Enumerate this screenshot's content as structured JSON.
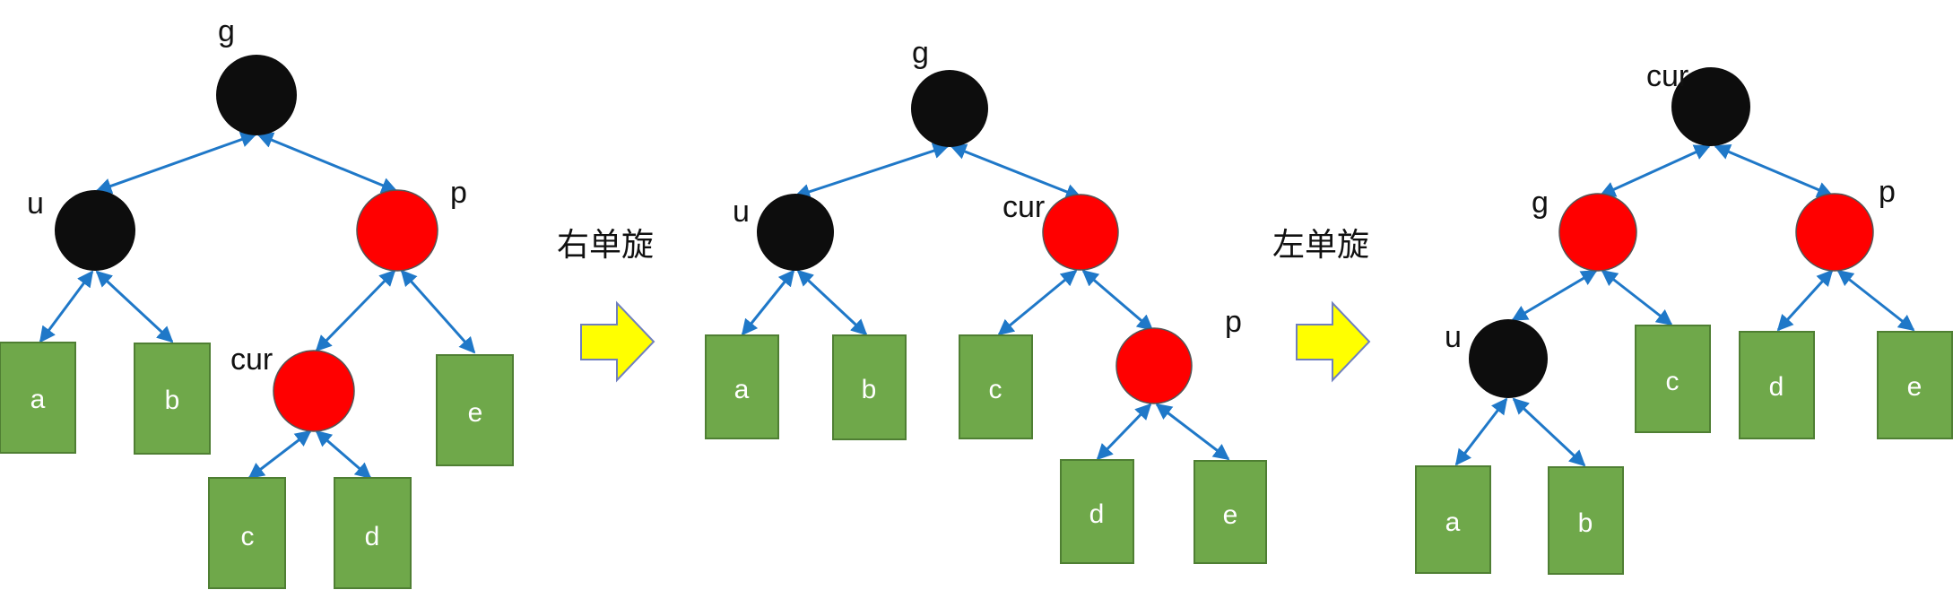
{
  "colors": {
    "black_node": "#0d0d0d",
    "red_node": "#ff0000",
    "leaf": "#6fa84a",
    "leaf_border": "#4f7f33",
    "edge": "#1f78c8",
    "arrow_fill": "#ffff00",
    "arrow_border": "#6f7fbf"
  },
  "diagrams": [
    {
      "labels": {
        "g": "g",
        "u": "u",
        "p": "p",
        "cur": "cur"
      },
      "leaves": {
        "a": "a",
        "b": "b",
        "c": "c",
        "d": "d",
        "e": "e"
      }
    },
    {
      "labels": {
        "g": "g",
        "u": "u",
        "cur": "cur",
        "p": "p"
      },
      "leaves": {
        "a": "a",
        "b": "b",
        "c": "c",
        "d": "d",
        "e": "e"
      }
    },
    {
      "labels": {
        "cur": "cur",
        "g": "g",
        "p": "p",
        "u": "u"
      },
      "leaves": {
        "a": "a",
        "b": "b",
        "c": "c",
        "d": "d",
        "e": "e"
      }
    }
  ],
  "operations": {
    "first": "右单旋",
    "second": "左单旋"
  }
}
